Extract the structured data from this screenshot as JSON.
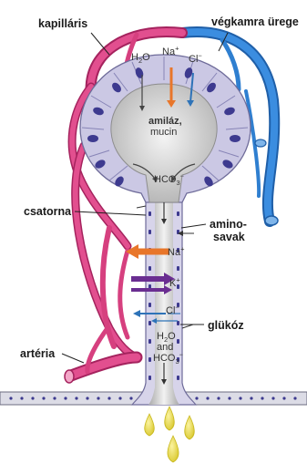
{
  "labels": {
    "kapillaris": "kapilláris",
    "vegkamra": "végkamra ürege",
    "csatorna": "csatorna",
    "amino_1": "amino-",
    "amino_2": "savak",
    "glukoz": "glükóz",
    "arteria": "artéria"
  },
  "inner_labels": {
    "h2o_top": "H",
    "h2o_top_sub": "2",
    "h2o_top_tail": "O",
    "na_top": "Na",
    "na_top_sup": "+",
    "cl_top": "Cl",
    "cl_top_sup": "−",
    "amilaz": "amiláz,",
    "mucin": "mucin",
    "hco3_top": "HCO",
    "hco3_top_sub": "3",
    "hco3_top_sup": "−",
    "na_duct": "Na",
    "na_duct_sup": "+",
    "k_duct": "K",
    "k_duct_sup": "+",
    "cl_duct": "Cl",
    "cl_duct_sup": "−",
    "h2o_bottom": "H",
    "h2o_bottom_sub": "2",
    "h2o_bottom_tail": "O",
    "and": "and",
    "hco3_bottom": "HCO",
    "hco3_bottom_sub": "3",
    "hco3_bottom_sup": "−"
  },
  "colors": {
    "artery": "#d6407f",
    "vein": "#2f7fd0",
    "cell_fill": "#cbc8e4",
    "nucleus": "#3d3a8f",
    "lumen": "#c9c9c9",
    "sodium_arrow": "#e8762a",
    "potassium_arrow": "#6a2e91",
    "chloride_arrow": "#2e73b8",
    "saliva": "#e9db3e"
  }
}
